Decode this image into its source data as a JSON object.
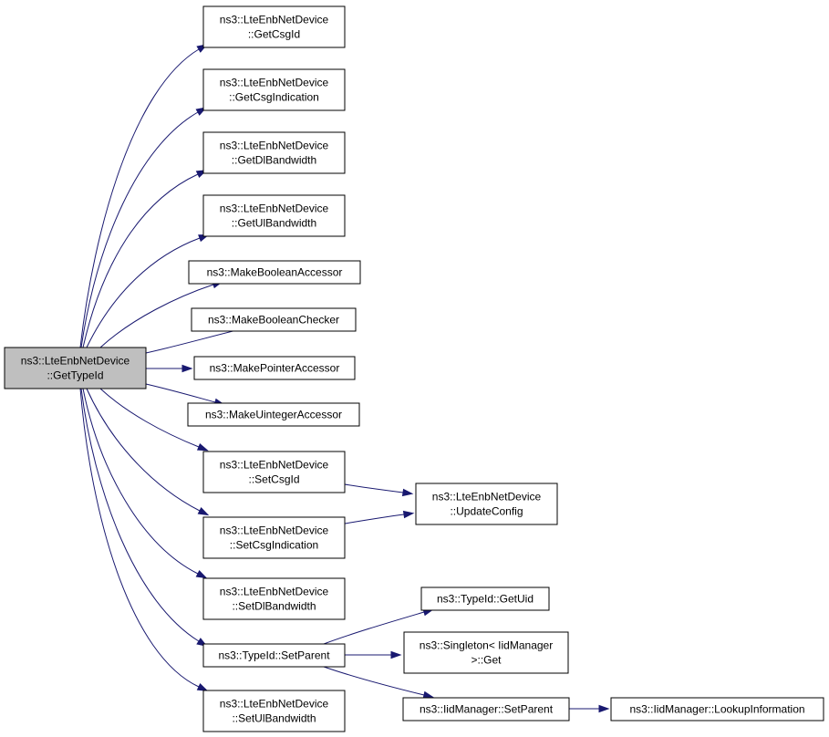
{
  "graph": {
    "colors": {
      "edge": "#191970",
      "root_fill": "#bfbfbf",
      "node_fill": "#ffffff",
      "border": "#000000"
    },
    "nodes": [
      {
        "id": "root",
        "lines": [
          "ns3::LteEnbNetDevice",
          "::GetTypeId"
        ]
      },
      {
        "id": "getcsgid",
        "lines": [
          "ns3::LteEnbNetDevice",
          "::GetCsgId"
        ]
      },
      {
        "id": "getcsgindication",
        "lines": [
          "ns3::LteEnbNetDevice",
          "::GetCsgIndication"
        ]
      },
      {
        "id": "getdlbandwidth",
        "lines": [
          "ns3::LteEnbNetDevice",
          "::GetDlBandwidth"
        ]
      },
      {
        "id": "getulbandwidth",
        "lines": [
          "ns3::LteEnbNetDevice",
          "::GetUlBandwidth"
        ]
      },
      {
        "id": "makebooleanaccessor",
        "lines": [
          "ns3::MakeBooleanAccessor"
        ]
      },
      {
        "id": "makebooleanchecker",
        "lines": [
          "ns3::MakeBooleanChecker"
        ]
      },
      {
        "id": "makepointeraccessor",
        "lines": [
          "ns3::MakePointerAccessor"
        ]
      },
      {
        "id": "makeuintegeraccessor",
        "lines": [
          "ns3::MakeUintegerAccessor"
        ]
      },
      {
        "id": "setcsgid",
        "lines": [
          "ns3::LteEnbNetDevice",
          "::SetCsgId"
        ]
      },
      {
        "id": "setcsgindication",
        "lines": [
          "ns3::LteEnbNetDevice",
          "::SetCsgIndication"
        ]
      },
      {
        "id": "setdlbandwidth",
        "lines": [
          "ns3::LteEnbNetDevice",
          "::SetDlBandwidth"
        ]
      },
      {
        "id": "typeid-setparent",
        "lines": [
          "ns3::TypeId::SetParent"
        ]
      },
      {
        "id": "setulbandwidth",
        "lines": [
          "ns3::LteEnbNetDevice",
          "::SetUlBandwidth"
        ]
      },
      {
        "id": "updateconfig",
        "lines": [
          "ns3::LteEnbNetDevice",
          "::UpdateConfig"
        ]
      },
      {
        "id": "getuid",
        "lines": [
          "ns3::TypeId::GetUid"
        ]
      },
      {
        "id": "singleton-get",
        "lines": [
          "ns3::Singleton< IidManager",
          ">::Get"
        ]
      },
      {
        "id": "iidmanager-setparent",
        "lines": [
          "ns3::IidManager::SetParent"
        ]
      },
      {
        "id": "lookupinformation",
        "lines": [
          "ns3::IidManager::LookupInformation"
        ]
      }
    ],
    "edges": [
      {
        "from": "root",
        "to": "getcsgid"
      },
      {
        "from": "root",
        "to": "getcsgindication"
      },
      {
        "from": "root",
        "to": "getdlbandwidth"
      },
      {
        "from": "root",
        "to": "getulbandwidth"
      },
      {
        "from": "root",
        "to": "makebooleanaccessor"
      },
      {
        "from": "root",
        "to": "makebooleanchecker"
      },
      {
        "from": "root",
        "to": "makepointeraccessor"
      },
      {
        "from": "root",
        "to": "makeuintegeraccessor"
      },
      {
        "from": "root",
        "to": "setcsgid"
      },
      {
        "from": "root",
        "to": "setcsgindication"
      },
      {
        "from": "root",
        "to": "setdlbandwidth"
      },
      {
        "from": "root",
        "to": "typeid-setparent"
      },
      {
        "from": "root",
        "to": "setulbandwidth"
      },
      {
        "from": "setcsgid",
        "to": "updateconfig"
      },
      {
        "from": "setcsgindication",
        "to": "updateconfig"
      },
      {
        "from": "typeid-setparent",
        "to": "getuid"
      },
      {
        "from": "typeid-setparent",
        "to": "singleton-get"
      },
      {
        "from": "typeid-setparent",
        "to": "iidmanager-setparent"
      },
      {
        "from": "iidmanager-setparent",
        "to": "lookupinformation"
      }
    ]
  }
}
